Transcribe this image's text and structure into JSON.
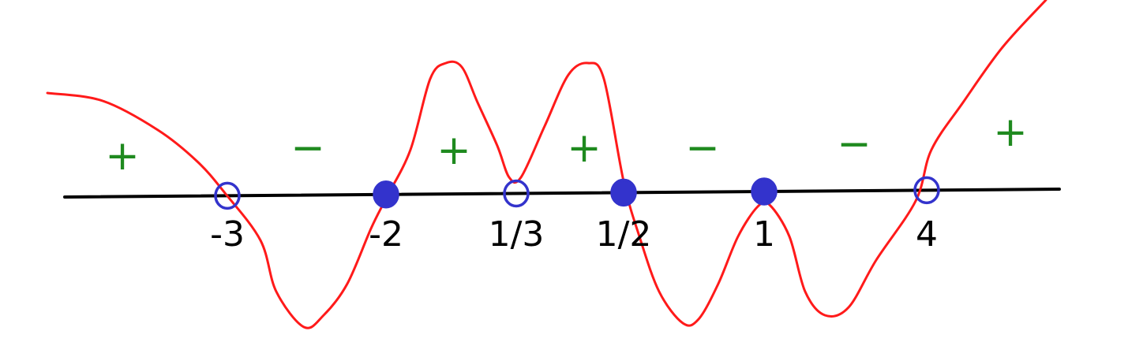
{
  "colors": {
    "axis": "#000000",
    "curve": "#ff1a1a",
    "points": "#3333cc",
    "signs": "#1f8a1f"
  },
  "points": [
    {
      "label": "-3",
      "type": "open"
    },
    {
      "label": "-2",
      "type": "closed"
    },
    {
      "label": "1/3",
      "type": "open"
    },
    {
      "label": "1/2",
      "type": "closed"
    },
    {
      "label": "1",
      "type": "closed"
    },
    {
      "label": "4",
      "type": "open"
    }
  ],
  "signs": [
    "+",
    "−",
    "+",
    "+",
    "−",
    "−",
    "+"
  ]
}
